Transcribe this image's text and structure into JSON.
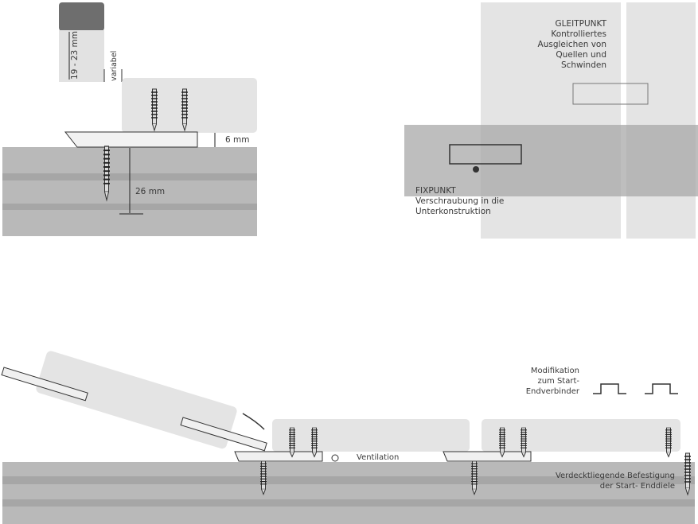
{
  "detail_left": {
    "dim_board_thickness": "19 - 23 mm",
    "dim_variable": "variabel",
    "dim_clip_height": "6 mm",
    "dim_screw_depth": "26 mm"
  },
  "detail_right": {
    "gleitpunkt_title": "GLEITPUNKT",
    "gleitpunkt_lines": [
      "Kontrolliertes",
      "Ausgleichen von",
      "Quellen und",
      "Schwinden"
    ],
    "fixpunkt_title": "FIXPUNKT",
    "fixpunkt_lines": [
      "Verschraubung in die",
      "Unterkonstruktion"
    ]
  },
  "detail_bottom": {
    "modification_lines": [
      "Modifikation",
      "zum Start-",
      "Endverbinder"
    ],
    "ventilation": "Ventilation",
    "hidden_fastening_lines": [
      "Verdecktliegende Befestigung",
      "der Start- Enddiele"
    ]
  },
  "colors": {
    "wood": "#e4e4e4",
    "substructure": "#b9b9b9",
    "stripe": "#a6a6a6",
    "dark_board": "#6e6e6e",
    "band": "#a8a8a8"
  }
}
